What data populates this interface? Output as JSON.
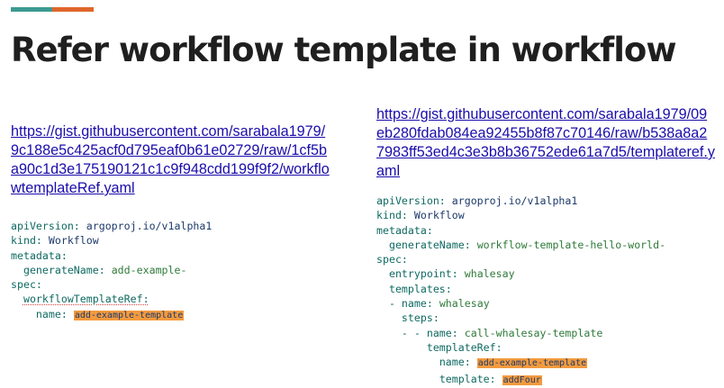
{
  "slide": {
    "title": "Refer workflow template in workflow",
    "accent_colors": [
      "#3d9a92",
      "#e0662b"
    ],
    "highlight_color": "#f29a3e"
  },
  "left": {
    "link": "https://gist.githubusercontent.com/sarabala1979/9c188e5c425acf0d795eaf0b61e02729/raw/1cf5ba90c1d3e175190121c1c9f948cdd199f9f2/workflowtemplateRef.yaml",
    "yaml": {
      "api_key": "apiVersion:",
      "api_val": "argoproj.io/v1alpha1",
      "kind_key": "kind:",
      "kind_val": "Workflow",
      "metadata_key": "metadata:",
      "genname_key": "generateName:",
      "genname_val": "add-example-",
      "spec_key": "spec:",
      "wtr_key": "workflowTemplateRef:",
      "name_key": "name:",
      "name_val": "add-example-template"
    }
  },
  "right": {
    "link": "https://gist.githubusercontent.com/sarabala1979/09eb280fdab084ea92455b8f87c70146/raw/b538a8a27983ff53ed4c3e3b8b36752ede61a7d5/templateref.yaml",
    "yaml": {
      "api_key": "apiVersion:",
      "api_val": "argoproj.io/v1alpha1",
      "kind_key": "kind:",
      "kind_val": "Workflow",
      "metadata_key": "metadata:",
      "genname_key": "generateName:",
      "genname_val": "workflow-template-hello-world-",
      "spec_key": "spec:",
      "entry_key": "entrypoint:",
      "entry_val": "whalesay",
      "templates_key": "templates:",
      "tname_key": "- name:",
      "tname_val": "whalesay",
      "steps_key": "steps:",
      "step_name_key": "- - name:",
      "step_name_val": "call-whalesay-template",
      "tref_key": "templateRef:",
      "ref_name_key": "name:",
      "ref_name_val": "add-example-template",
      "template_key": "template:",
      "template_val": "addFour"
    }
  }
}
